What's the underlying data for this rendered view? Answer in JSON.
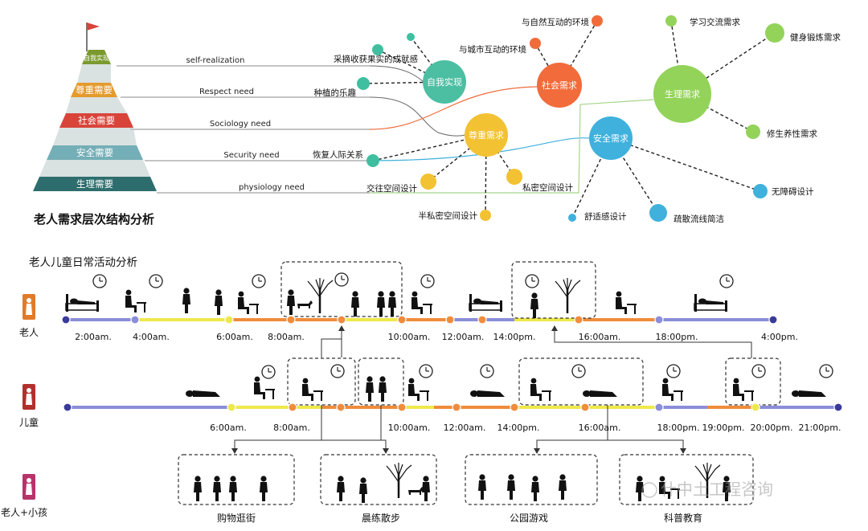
{
  "pyramid": {
    "title": "老人需求层次结构分析",
    "levels": [
      {
        "label": "自我实现",
        "en": "self-realization",
        "color": "#7a9a2e"
      },
      {
        "label": "尊重需要",
        "en": "Respect need",
        "color": "#e49a2c"
      },
      {
        "label": "社会需要",
        "en": "Sociology need",
        "color": "#d8443a"
      },
      {
        "label": "安全需要",
        "en": "Security need",
        "color": "#74aeb6"
      },
      {
        "label": "生理需要",
        "en": "physiology need",
        "color": "#2e6d6d"
      }
    ]
  },
  "bubbles": {
    "hubs": [
      {
        "id": "self",
        "label": "自我实现",
        "color": "#4cbfa3"
      },
      {
        "id": "social",
        "label": "社会需求",
        "color": "#f26b3a"
      },
      {
        "id": "respect",
        "label": "尊重需求",
        "color": "#f2c233"
      },
      {
        "id": "safety",
        "label": "安全需求",
        "color": "#3fb1dc"
      },
      {
        "id": "physio",
        "label": "生理需求",
        "color": "#93d35a"
      }
    ],
    "items": [
      {
        "label": "采摘收获果实的成就感",
        "color": "#3fbfa0",
        "hub": "self"
      },
      {
        "label": "种植的乐趣",
        "color": "#3fbfa0",
        "hub": "self"
      },
      {
        "label": "",
        "color": "#3fbfa0",
        "hub": "self"
      },
      {
        "label": "与自然互动的环境",
        "color": "#f26b3a",
        "hub": "social"
      },
      {
        "label": "与城市互动的环境",
        "color": "#f26b3a",
        "hub": "social"
      },
      {
        "label": "恢复人际关系",
        "color": "#3fbfa0",
        "hub": "respect"
      },
      {
        "label": "交往空间设计",
        "color": "#f2c233",
        "hub": "respect"
      },
      {
        "label": "私密空间设计",
        "color": "#f2c233",
        "hub": "respect"
      },
      {
        "label": "半私密空间设计",
        "color": "#f2c233",
        "hub": "respect"
      },
      {
        "label": "学习交流需求",
        "color": "#93d35a",
        "hub": "physio"
      },
      {
        "label": "健身锻炼需求",
        "color": "#93d35a",
        "hub": "physio"
      },
      {
        "label": "修生养性需求",
        "color": "#93d35a",
        "hub": "physio"
      },
      {
        "label": "无障碍设计",
        "color": "#3fb1dc",
        "hub": "safety"
      },
      {
        "label": "舒适感设计",
        "color": "#3fb1dc",
        "hub": "safety"
      },
      {
        "label": "疏散流线简洁",
        "color": "#3fb1dc",
        "hub": "safety"
      }
    ]
  },
  "activity": {
    "title": "老人儿童日常活动分析",
    "rows": [
      {
        "label": "老人",
        "icon": "elder-icon",
        "color": "#e07b2a",
        "times": [
          "2:00am.",
          "4:00am.",
          "6:00am.",
          "8:00am.",
          "10:00am.",
          "12:00am.",
          "14:00pm.",
          "16:00am.",
          "18:00pm.",
          "4:00pm."
        ]
      },
      {
        "label": "儿童",
        "icon": "child-icon",
        "color": "#b2302b",
        "times": [
          "6:00am.",
          "8:00am.",
          "10:00am.",
          "12:00am.",
          "14:00pm.",
          "16:00am.",
          "18:00pm.",
          "19:00pm.",
          "20:00pm.",
          "21:00pm."
        ]
      },
      {
        "label": "老人+小孩",
        "icon": "elder-child-icon",
        "color": "#b8336a",
        "times": []
      }
    ],
    "shared": [
      "购物逛街",
      "晨练散步",
      "公园游戏",
      "科普教育"
    ]
  },
  "watermark": "什中土工程咨询",
  "colors": {
    "line_orange": "#f08c3c",
    "line_yellow": "#eee84a",
    "line_blue": "#8b8ed8",
    "line_dark": "#3a3a9a"
  }
}
